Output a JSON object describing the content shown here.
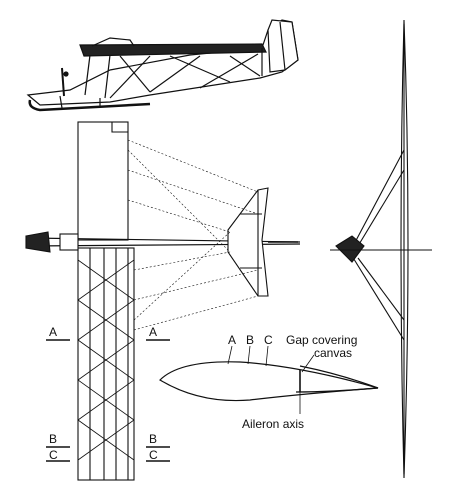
{
  "section_labels": {
    "a_left": "A",
    "a_right": "A",
    "b_left": "B",
    "c_left": "C",
    "b_right": "B",
    "c_right": "C",
    "profile_a": "A",
    "profile_b": "B",
    "profile_c": "C"
  },
  "annotations": {
    "gap_covering_line1": "Gap covering",
    "gap_covering_line2": "canvas",
    "aileron_axis": "Aileron axis"
  },
  "colors": {
    "ink": "#111111",
    "background": "#ffffff"
  }
}
